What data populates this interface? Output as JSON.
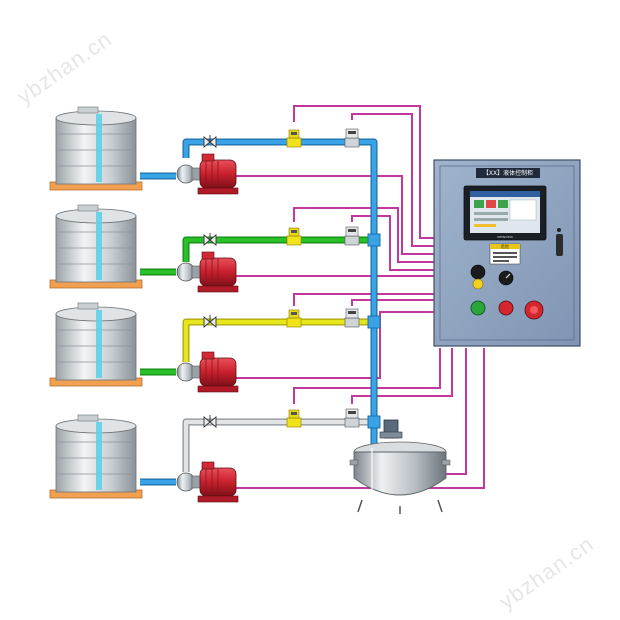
{
  "watermark": {
    "text": "ybzhan.cn"
  },
  "cabinet": {
    "title": "【XX】液体控制柜",
    "screen_brand": "WEINVIEW",
    "warning_label": "危险",
    "indicators": [
      "green",
      "red",
      "red"
    ],
    "colors": {
      "body": "#8ea3bf",
      "frame": "#6f84a3"
    }
  },
  "lines": [
    {
      "id": "line-1",
      "pipe_color": "#3aa3e6"
    },
    {
      "id": "line-2",
      "pipe_color": "#29c02a"
    },
    {
      "id": "line-3",
      "pipe_color": "#e7e61a"
    },
    {
      "id": "line-4",
      "pipe_color": "#d8d8d8"
    }
  ],
  "colors": {
    "signal_wire": "#c2389e",
    "main_pipe": "#3aa3e6",
    "pump": "#c8202c",
    "tank_base": "#f0a050"
  }
}
